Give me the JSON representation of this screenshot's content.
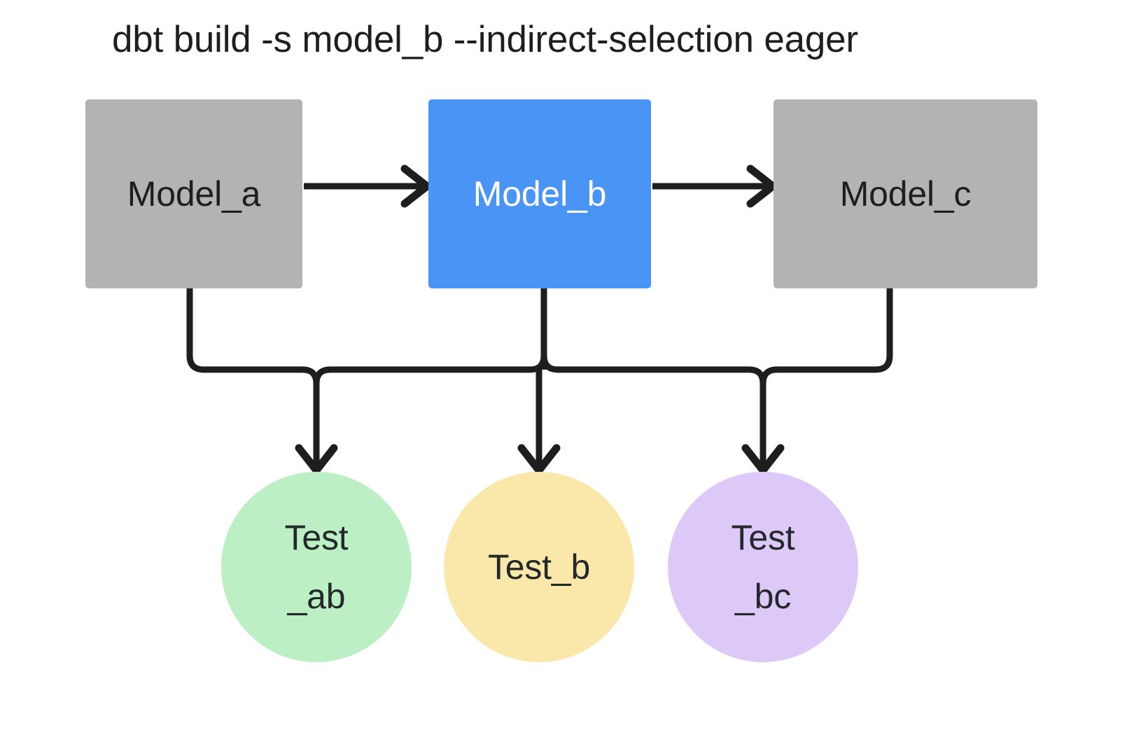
{
  "diagram": {
    "title": "dbt build -s model_b --indirect-selection eager",
    "background": "#ffffff",
    "colors": {
      "model_default": "#b3b3b3",
      "model_selected": "#4a94f5",
      "model_selected_text": "#ffffff",
      "test_ab": "#bdefc4",
      "test_b": "#fae8ab",
      "test_bc": "#dcc9f8",
      "edge": "#1e1e1e",
      "text": "#1e1e1e"
    },
    "models": [
      {
        "id": "model_a",
        "label": "Model_a",
        "fill": "#b3b3b3",
        "selected": false
      },
      {
        "id": "model_b",
        "label": "Model_b",
        "fill": "#4a94f5",
        "selected": true
      },
      {
        "id": "model_c",
        "label": "Model_c",
        "fill": "#b3b3b3",
        "selected": false
      }
    ],
    "tests": [
      {
        "id": "test_ab",
        "line1": "Test",
        "line2": "_ab",
        "fill": "#bdefc4"
      },
      {
        "id": "test_b",
        "line1": "Test_b",
        "line2": "",
        "fill": "#fae8ab"
      },
      {
        "id": "test_bc",
        "line1": "Test",
        "line2": "_bc",
        "fill": "#dcc9f8"
      }
    ],
    "edges": [
      {
        "from": "model_a",
        "to": "model_b",
        "kind": "model-to-model"
      },
      {
        "from": "model_b",
        "to": "model_c",
        "kind": "model-to-model"
      },
      {
        "from": "model_a",
        "to": "test_ab",
        "kind": "model-to-test"
      },
      {
        "from": "model_b",
        "to": "test_ab",
        "kind": "model-to-test"
      },
      {
        "from": "model_b",
        "to": "test_b",
        "kind": "model-to-test"
      },
      {
        "from": "model_b",
        "to": "test_bc",
        "kind": "model-to-test"
      },
      {
        "from": "model_c",
        "to": "test_bc",
        "kind": "model-to-test"
      }
    ]
  }
}
